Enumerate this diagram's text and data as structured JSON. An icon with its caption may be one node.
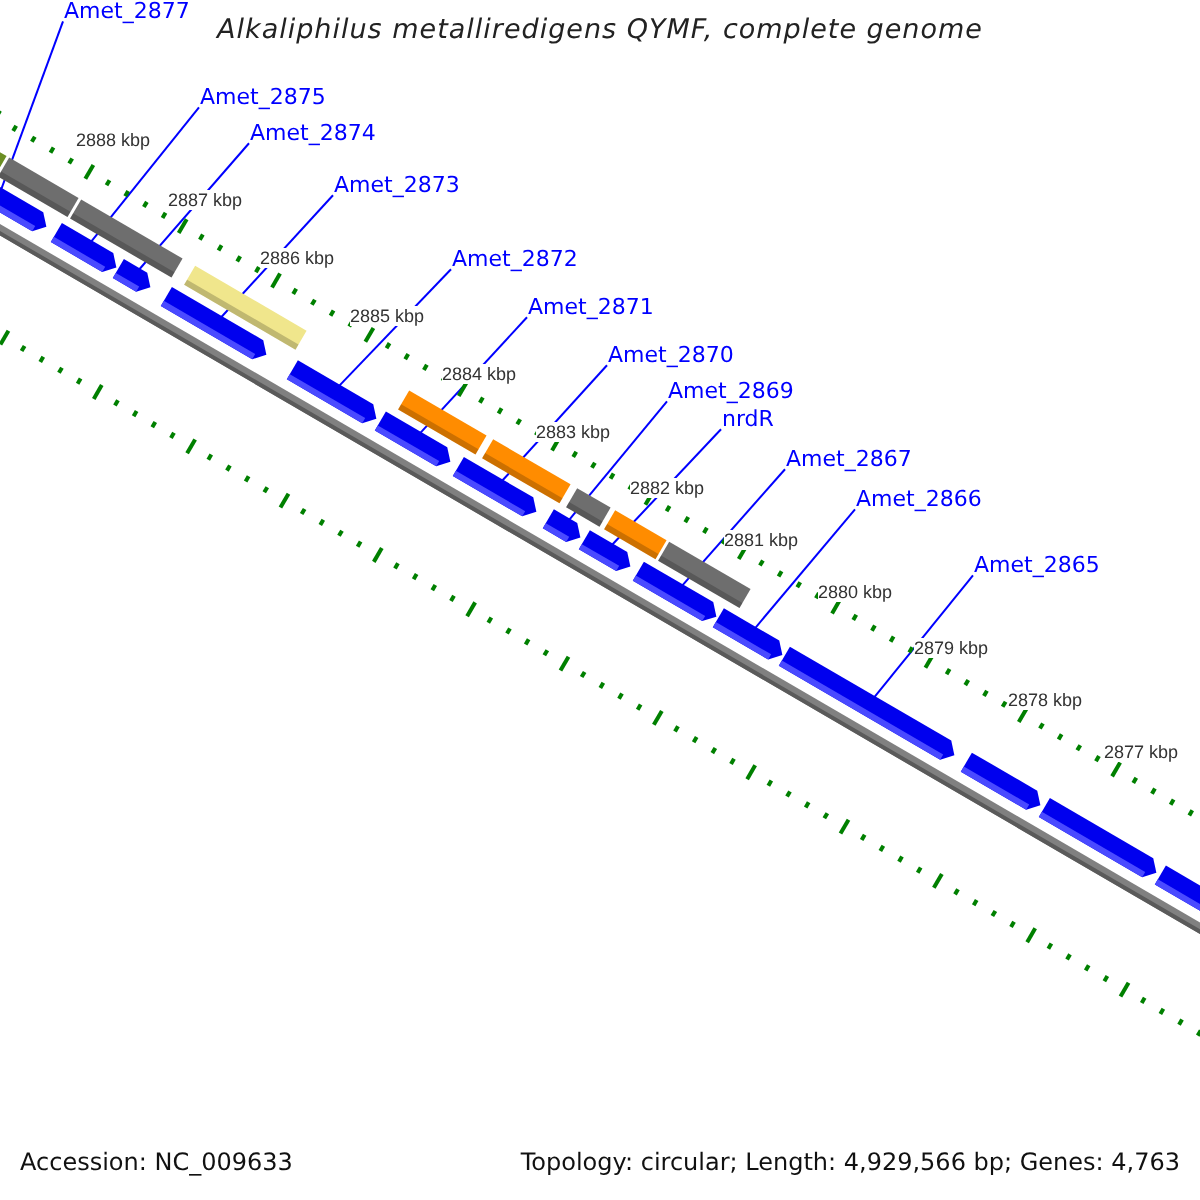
{
  "diagram": {
    "title": "Alkaliphilus metalliredigens QYMF, complete genome",
    "nodes": [
      {
        "text": [
          "Amet_2877"
        ]
      },
      {
        "text": [
          "Amet_2875"
        ]
      },
      {
        "text": [
          "Amet_2874"
        ]
      },
      {
        "text": [
          "Amet_2873"
        ]
      },
      {
        "text": [
          "Amet_2872"
        ]
      },
      {
        "text": [
          "Amet_2871"
        ]
      },
      {
        "text": [
          "Amet_2870"
        ]
      },
      {
        "text": [
          "Amet_2869"
        ]
      },
      {
        "text": [
          "nrdR"
        ]
      },
      {
        "text": [
          "Amet_2867"
        ]
      },
      {
        "text": [
          "Amet_2866"
        ]
      },
      {
        "text": [
          "Amet_2865"
        ]
      },
      {
        "text": [],
        "shape": "bar"
      },
      {
        "text": [],
        "shape": "bar"
      },
      {
        "text": [],
        "shape": "bar"
      },
      {
        "text": [],
        "shape": "bar"
      },
      {
        "text": [],
        "shape": "bar"
      },
      {
        "text": [],
        "shape": "bar"
      },
      {
        "text": [],
        "shape": "bar"
      },
      {
        "text": [],
        "shape": "bar"
      },
      {
        "text": [],
        "shape": "bar"
      },
      {
        "text": [],
        "shape": "bar"
      },
      {
        "text": [],
        "shape": "bar"
      },
      {
        "text": [],
        "shape": "bar"
      },
      {
        "text": [],
        "shape": "bar"
      },
      {
        "text": [],
        "shape": "bar"
      },
      {
        "text": [],
        "shape": "bar"
      }
    ],
    "edges": [
      {
        "from": 0,
        "to": 12,
        "arrow": "none"
      },
      {
        "from": 1,
        "to": 13,
        "arrow": "none"
      },
      {
        "from": 2,
        "to": 14,
        "arrow": "none"
      },
      {
        "from": 3,
        "to": 15,
        "arrow": "none"
      },
      {
        "from": 4,
        "to": 16,
        "arrow": "none"
      },
      {
        "from": 5,
        "to": 17,
        "arrow": "none"
      },
      {
        "from": 6,
        "to": 18,
        "arrow": "none"
      },
      {
        "from": 7,
        "to": 19,
        "arrow": "none"
      },
      {
        "from": 8,
        "to": 20,
        "arrow": "none"
      },
      {
        "from": 9,
        "to": 21,
        "arrow": "none"
      },
      {
        "from": 10,
        "to": 22,
        "arrow": "none"
      },
      {
        "from": 11,
        "to": 23,
        "arrow": "none"
      }
    ],
    "labels": [
      "2888 kbp",
      "2887 kbp",
      "2886 kbp",
      "2885 kbp",
      "2884 kbp",
      "2883 kbp",
      "2882 kbp",
      "2881 kbp",
      "2880 kbp",
      "2879 kbp",
      "2878 kbp",
      "2877 kbp",
      "Accession: NC_009633",
      "Topology: circular; Length: 4,929,566 bp; Genes: 4,763"
    ]
  }
}
